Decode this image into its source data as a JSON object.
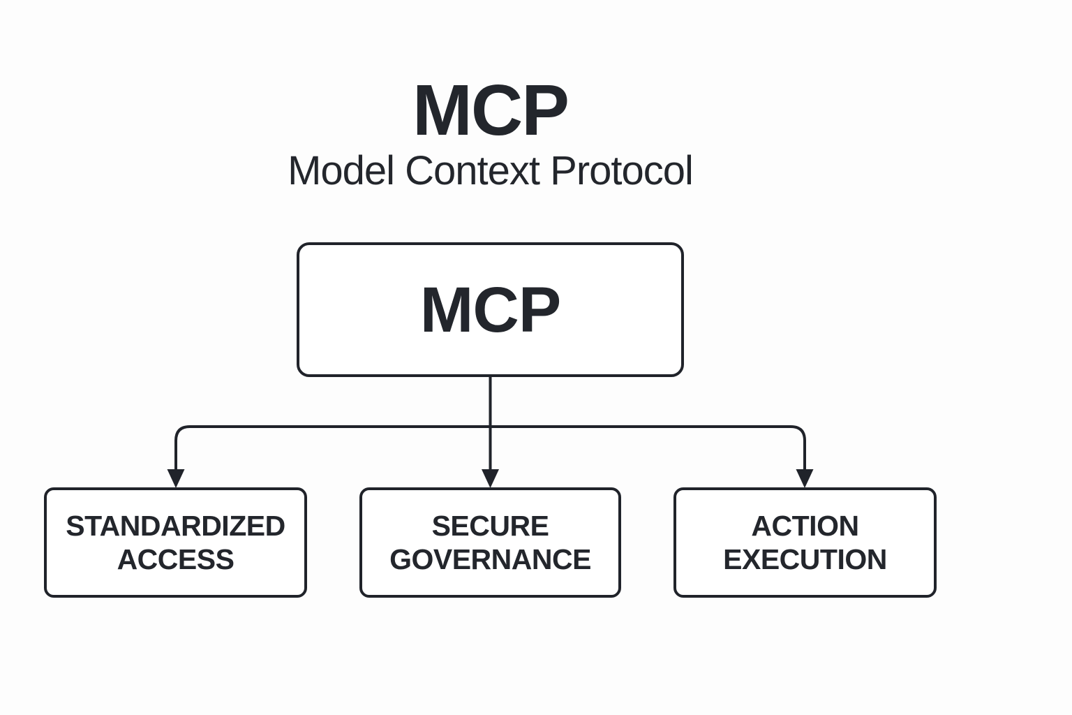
{
  "header": {
    "title": "MCP",
    "subtitle": "Model Context Protocol"
  },
  "diagram": {
    "root": {
      "label": "MCP"
    },
    "children": [
      {
        "name": "standardized-access",
        "lines": [
          "STANDARDIZED",
          "ACCESS"
        ]
      },
      {
        "name": "secure-governance",
        "lines": [
          "SECURE",
          "GOVERNANCE"
        ]
      },
      {
        "name": "action-execution",
        "lines": [
          "ACTION",
          "EXECUTION"
        ]
      }
    ]
  },
  "colors": {
    "background": "#fdfdfd",
    "line": "#20232a",
    "text": "#23262c",
    "box_background": "#ffffff"
  }
}
